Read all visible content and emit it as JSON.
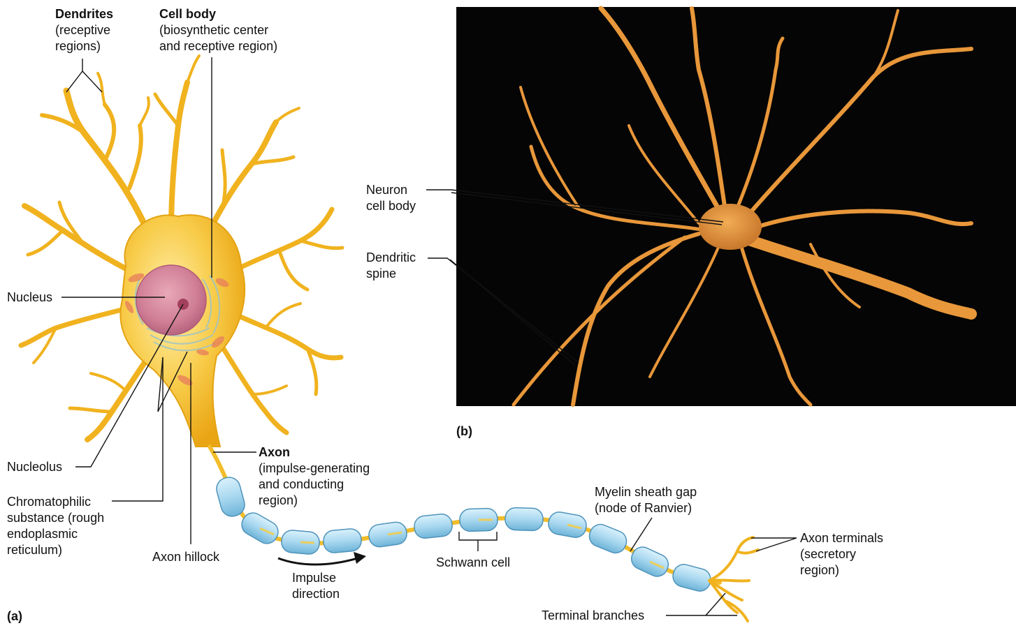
{
  "panel_a": {
    "tag": "(a)",
    "dendrites": {
      "title": "Dendrites",
      "line1": "(receptive",
      "line2": "regions)"
    },
    "cell_body": {
      "title": "Cell body",
      "line1": "(biosynthetic center",
      "line2": "and receptive region)"
    },
    "nucleus": "Nucleus",
    "nucleolus": "Nucleolus",
    "chromatophilic": {
      "line1": "Chromatophilic",
      "line2": "substance (rough",
      "line3": "endoplasmic",
      "line4": "reticulum)"
    },
    "axon_hillock": "Axon hillock",
    "axon": {
      "title": "Axon",
      "line1": "(impulse-generating",
      "line2": "and conducting",
      "line3": "region)"
    },
    "impulse": {
      "line1": "Impulse",
      "line2": "direction"
    },
    "schwann_cell": "Schwann cell",
    "myelin_gap": {
      "line1": "Myelin sheath gap",
      "line2": "(node of Ranvier)"
    },
    "axon_terminals": {
      "line1": "Axon terminals",
      "line2": "(secretory",
      "line3": "region)"
    },
    "terminal_branches": "Terminal branches"
  },
  "panel_b": {
    "tag": "(b)",
    "neuron_cell_body": {
      "line1": "Neuron",
      "line2": "cell body"
    },
    "dendritic_spine": {
      "line1": "Dendritic",
      "line2": "spine"
    }
  },
  "colors": {
    "neuron_yellow": "#f2b81f",
    "neuron_light": "#fde89a",
    "nucleus": "#d9899f",
    "myelin_blue": "#a9d8f0",
    "photo_bg": "#050505",
    "photo_neuron": "#e8973a"
  }
}
